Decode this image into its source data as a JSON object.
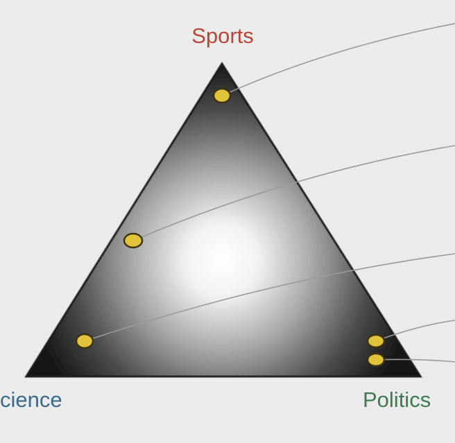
{
  "diagram": {
    "vertices": {
      "top": {
        "label": "Sports",
        "color": "#b3473a"
      },
      "left": {
        "label": "cience",
        "color": "#3b6a8a"
      },
      "right": {
        "label": "Politics",
        "color": "#3d7a52"
      }
    },
    "points": [
      {
        "id": "p1",
        "fill": "#e0c33a"
      },
      {
        "id": "p2",
        "fill": "#e0c33a"
      },
      {
        "id": "p3",
        "fill": "#e0c33a"
      },
      {
        "id": "p4",
        "fill": "#e0c33a"
      },
      {
        "id": "p5",
        "fill": "#e0c33a"
      }
    ],
    "colors": {
      "background": "#ebebeb",
      "triangle_dark": "#141414",
      "triangle_light": "#ffffff",
      "leader_line": "#9a9a9a",
      "point_outline": "#3a3210"
    }
  }
}
